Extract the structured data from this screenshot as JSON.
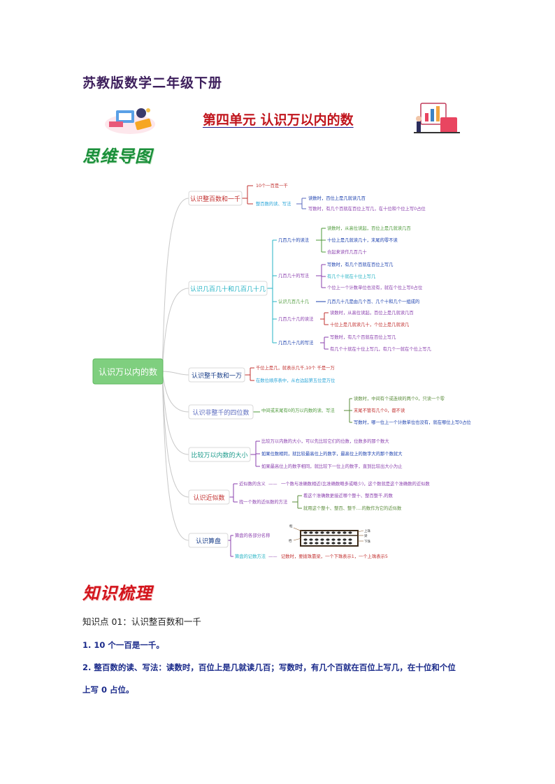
{
  "doc_title": "苏教版数学二年级下册",
  "unit_title": "第四单元  认识万以内的数",
  "section_mindmap": "思维导图",
  "section_knowledge": "知识梳理",
  "colors": {
    "title": "#3d1f5c",
    "unit": "#c0141c",
    "mindmap_heading": "#1a8f3a",
    "knowledge_heading": "#d3141c",
    "root_box": "#7fcf7f",
    "body_text": "#1a2a8a"
  },
  "mindmap": {
    "root": "认识万以内的数",
    "b1": {
      "label": "认识整百数和一千",
      "t1": "10个一百是一千",
      "t2": "整百数的读、写法",
      "t2a": "读数时，百位上是几就读几百",
      "t2b": "写数时，有几个百就在百位上写几，在十位和个位上写0占位"
    },
    "b2": {
      "label": "认识几百几十和几百几十几",
      "c1": "几百几十的读法",
      "c1a": "读数时，从高位读起，百位上是几就读几百",
      "c1b": "十位上是几就读几十，末尾的零不读",
      "c1c": "合起来读作几百几十",
      "c2": "几百几十的写法",
      "c2a": "写数时，有几个百就在百位上写几",
      "c2b": "有几个十就在十位上写几",
      "c2c": "个位上一个计数单位也没有，就在个位上写0占位",
      "c3": "认识几百几十几",
      "c3a": "几百几十几是由几个百、几个十和几个一组成的",
      "c4": "几百几十几的读法",
      "c4a": "读数时，从高位读起，百位上是几就读几百",
      "c4b": "十位上是几就读几十，个位上是几就读几",
      "c5": "几百几十几的写法",
      "c5a": "写数时，有几个百就在百位上写几",
      "c5b": "有几个十就在十位上写几，有几个一就在个位上写几"
    },
    "b3": {
      "label": "认识整千数和一万",
      "t1": "千位上是几，就表示几千,10个 千是一万",
      "t2": "在数位顺序表中，从右边起第五位是万位"
    },
    "b4": {
      "label": "认识非整千的四位数",
      "t1": "中间或末尾有0的万以内数的读、写法",
      "t1a": "读数时，中间有个或连续的两个0，只读一个零",
      "t1b": "末尾不管有几个0，都不读",
      "t1c": "写数时，哪一位上一个计数单位也没有，就在哪位上写0占位"
    },
    "b5": {
      "label": "比较万以内数的大小",
      "t1": "比较万以内数的大小，可以先比较它们的位数，位数多的那个数大",
      "t2": "如果位数相同，就比较最高位上的数字，最高位上的数字大的那个数就大",
      "t3": "如果最高位上的数字相同，就比较下一位上的数字，直到比较出大小为止"
    },
    "b6": {
      "label": "认识近似数",
      "t1": "近似数的含义",
      "t1a": "一个数与准确数相近(比准确数略多或略少)，这个数就是这个准确数的近似数",
      "t2": "找一个数的近似数的方法",
      "t2a": "看这个准确数更接近哪个整十、整百整千,的数",
      "t2b": "就用这个整十、整百、整千....的数作为它的近似数"
    },
    "b7": {
      "label": "认识算盘",
      "t1": "算盘的各部分名称",
      "t2": "算盘的记数方法",
      "t2a": "记数时，要拨珠靠梁，一个下珠表示1，一个上珠表示5",
      "ab_top": "框",
      "ab_left": "档",
      "ab_r1": "上珠",
      "ab_r2": "梁",
      "ab_r3": "下珠"
    }
  },
  "knowledge": {
    "point_title": "知识点 01：认识整百数和一千",
    "line1": "1.  10 个一百是一千。",
    "line2a": "2. 整百数的读、写法：读数时，百位上是几就读几百；写数时，有几个百就在百位上写几，在十位和个位",
    "line2b": "上写 0 占位。"
  }
}
